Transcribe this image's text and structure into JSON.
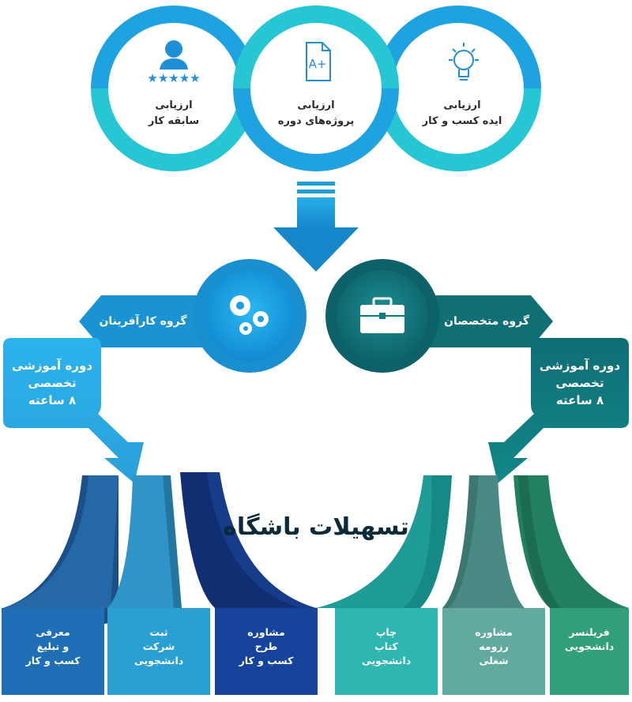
{
  "top_circles": [
    {
      "id": "work-history",
      "line1": "ارزیابی",
      "line2": "سابقه کار",
      "icon": "person-stars-icon"
    },
    {
      "id": "course-projects",
      "line1": "ارزیابی",
      "line2": "پروژه‌های دوره",
      "icon": "a-plus-document-icon"
    },
    {
      "id": "business-idea",
      "line1": "ارزیابی",
      "line2": "ایده کسب و کار",
      "icon": "lightbulb-icon"
    }
  ],
  "groups": {
    "entrepreneurs": {
      "label": "گروه کارآفرینان",
      "icon": "gears-icon"
    },
    "experts": {
      "label": "گروه متخصصان",
      "icon": "briefcase-icon"
    }
  },
  "course_boxes": {
    "left": {
      "line1": "دوره آموزشی",
      "line2": "تخصصی",
      "line3": "۸ ساعته"
    },
    "right": {
      "line1": "دوره آموزشی",
      "line2": "تخصصی",
      "line3": "۸ ساعته"
    }
  },
  "title": "تسهیلات باشگاه",
  "pillars": [
    {
      "id": "promotion",
      "lines": [
        "معرفی",
        "و تبلیغ",
        "کسب و کار"
      ]
    },
    {
      "id": "company-registration",
      "lines": [
        "ثبت",
        "شرکت",
        "دانشجویی"
      ]
    },
    {
      "id": "business-plan-consulting",
      "lines": [
        "مشاوره",
        "طرح",
        "کسب و کار"
      ]
    },
    {
      "id": "book-printing",
      "lines": [
        "چاپ",
        "کتاب",
        "دانشجویی"
      ]
    },
    {
      "id": "resume-consulting",
      "lines": [
        "مشاوره",
        "رزومه",
        "شغلی"
      ]
    },
    {
      "id": "freelancer",
      "lines": [
        "فریلنسر",
        "دانشجویی"
      ]
    }
  ],
  "colors": {
    "ring_dark": "#1fa3e0",
    "ring_light": "#26c6d4",
    "arrow": "#1f9fdc",
    "gear_banner": "#1a93d3",
    "briefcase_banner": "#0f6f75",
    "pillar_blue1": "#1e5f9c",
    "pillar_blue2": "#2b8bc0",
    "pillar_blue3": "#123d8c",
    "pillar_teal1": "#25a6a3",
    "pillar_teal2": "#5aa79a",
    "pillar_teal3": "#2c9b78"
  }
}
